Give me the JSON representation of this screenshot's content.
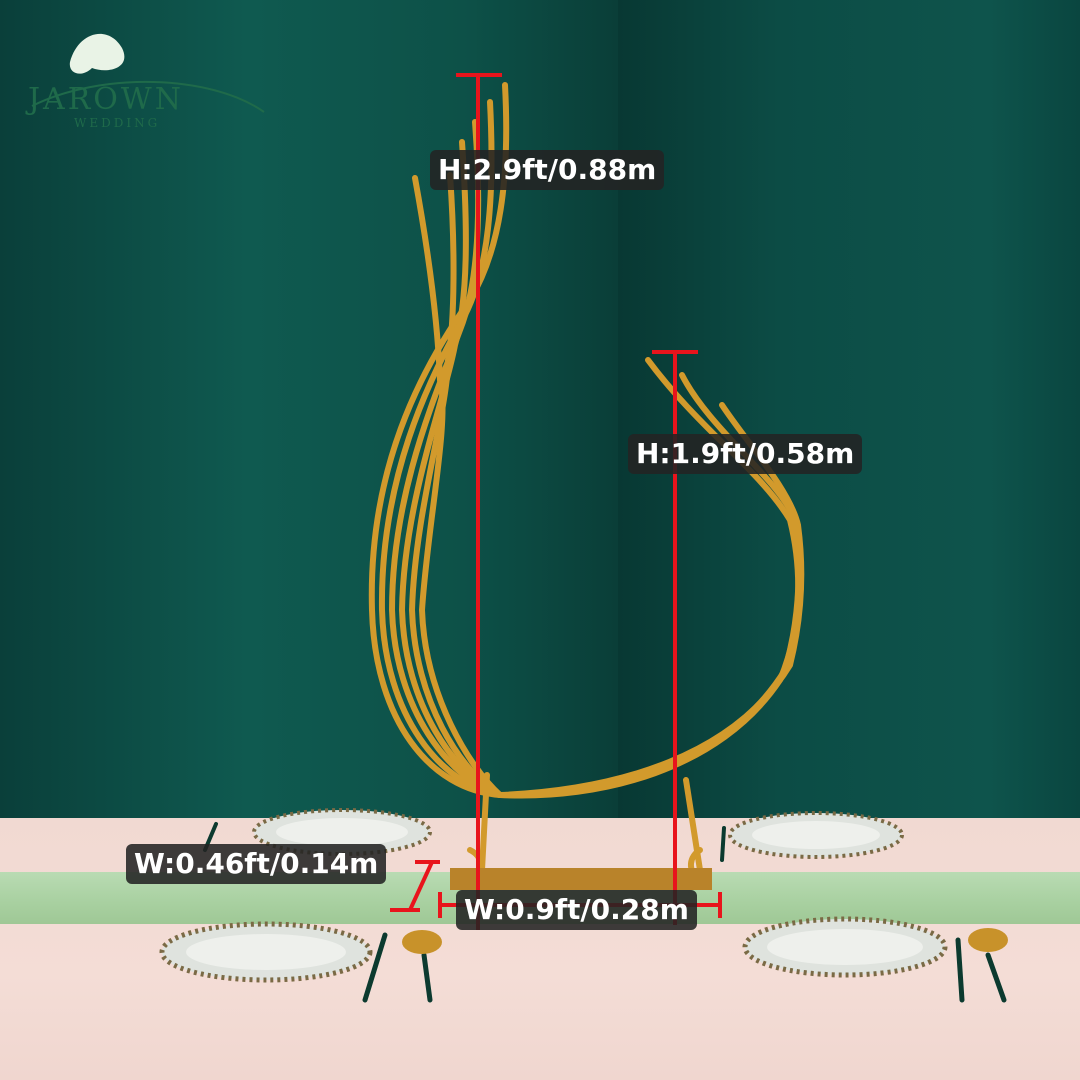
{
  "logo": {
    "name": "JAROWN",
    "sub": "WEDDING"
  },
  "dimensions": {
    "tall_height": "H:2.9ft/0.88m",
    "short_height": "H:1.9ft/0.58m",
    "depth": "W:0.46ft/0.14m",
    "width": "W:0.9ft/0.28m"
  },
  "colors": {
    "wall": "#0d5148",
    "table": "#f3dbd4",
    "runner": "#aad2a2",
    "gold": "#d29a2c",
    "measure_line": "#e8141c",
    "label_bg": "#232323"
  }
}
